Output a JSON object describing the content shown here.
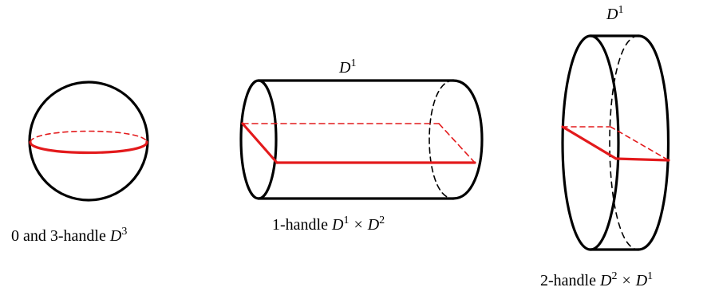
{
  "labels": {
    "ball": {
      "text": "0 and 3-handle",
      "dim": "3"
    },
    "cylinder": {
      "text": "1-handle",
      "dim1": "1",
      "dim2": "2",
      "top_dim": "1"
    },
    "disk": {
      "text": "2-handle",
      "dim1": "2",
      "dim2": "1",
      "top_dim": "1"
    }
  },
  "symbols": {
    "disk": "D",
    "times": "×"
  },
  "colors": {
    "outline": "#000000",
    "core": "#e31a1c"
  }
}
